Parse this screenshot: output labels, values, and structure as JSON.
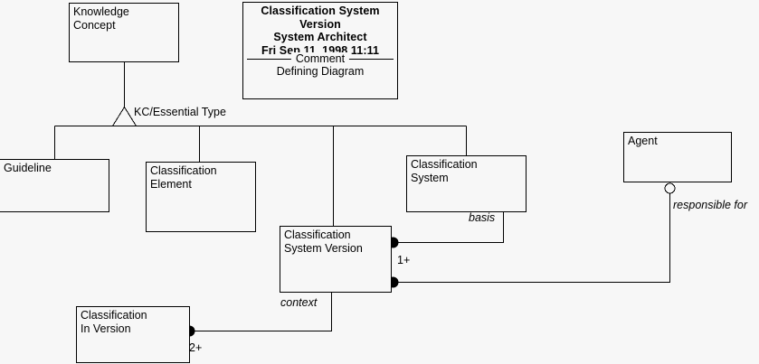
{
  "diagram": {
    "background_color": "#f7f7f7",
    "line_color": "#000000",
    "text_color": "#000000",
    "title_block": {
      "line1": "Classification System",
      "line2": "Version",
      "line3": "System Architect",
      "line4": "Fri Sep 11, 1998  11:11",
      "comment_legend": "Comment",
      "comment_body": "Defining Diagram"
    },
    "nodes": [
      {
        "id": "knowledge-concept",
        "label": "Knowledge\nConcept"
      },
      {
        "id": "guideline",
        "label": "Guideline"
      },
      {
        "id": "classification-element",
        "label": "Classification\nElement"
      },
      {
        "id": "classification-system",
        "label": "Classification\nSystem"
      },
      {
        "id": "classification-system-version",
        "label": "Classification\nSystem Version"
      },
      {
        "id": "classification-in-version",
        "label": "Classification\nIn Version"
      },
      {
        "id": "agent",
        "label": "Agent"
      }
    ],
    "edge_labels": [
      {
        "id": "kc-essential-type",
        "text": "KC/Essential Type",
        "italic": false
      },
      {
        "id": "basis",
        "text": "basis",
        "italic": true
      },
      {
        "id": "context",
        "text": "context",
        "italic": true
      },
      {
        "id": "responsible-for",
        "text": "responsible for",
        "italic": true
      }
    ],
    "multiplicities": [
      {
        "id": "one-plus",
        "text": "1+"
      },
      {
        "id": "two-plus",
        "text": "2+"
      }
    ]
  }
}
